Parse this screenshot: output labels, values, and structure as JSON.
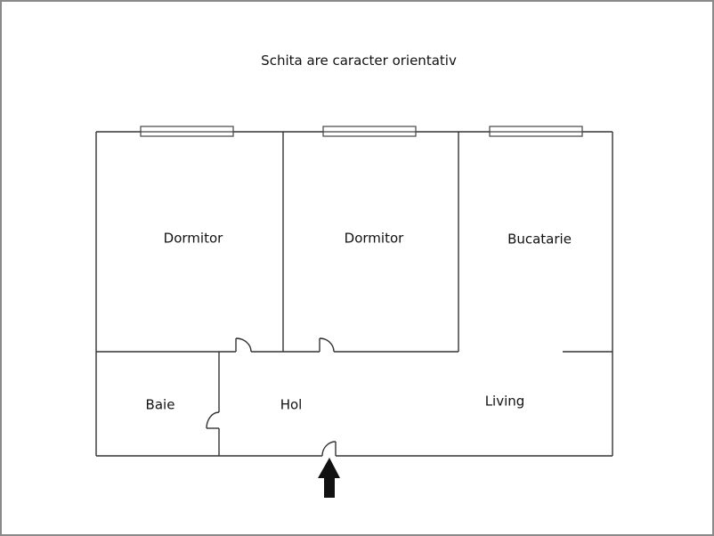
{
  "title": "Schita are caracter orientativ",
  "rooms": {
    "dormitor_1": {
      "label": "Dormitor"
    },
    "dormitor_2": {
      "label": "Dormitor"
    },
    "bucatarie": {
      "label": "Bucatarie"
    },
    "baie": {
      "label": "Baie"
    },
    "hol": {
      "label": "Hol"
    },
    "living": {
      "label": "Living"
    }
  },
  "symbols": {
    "entrance": "entrance-arrow-icon",
    "window": "window-icon",
    "door": "door-swing-icon"
  },
  "colors": {
    "wall": "#333333",
    "frame": "#8a8a8a",
    "arrow": "#111111",
    "background": "#ffffff"
  }
}
